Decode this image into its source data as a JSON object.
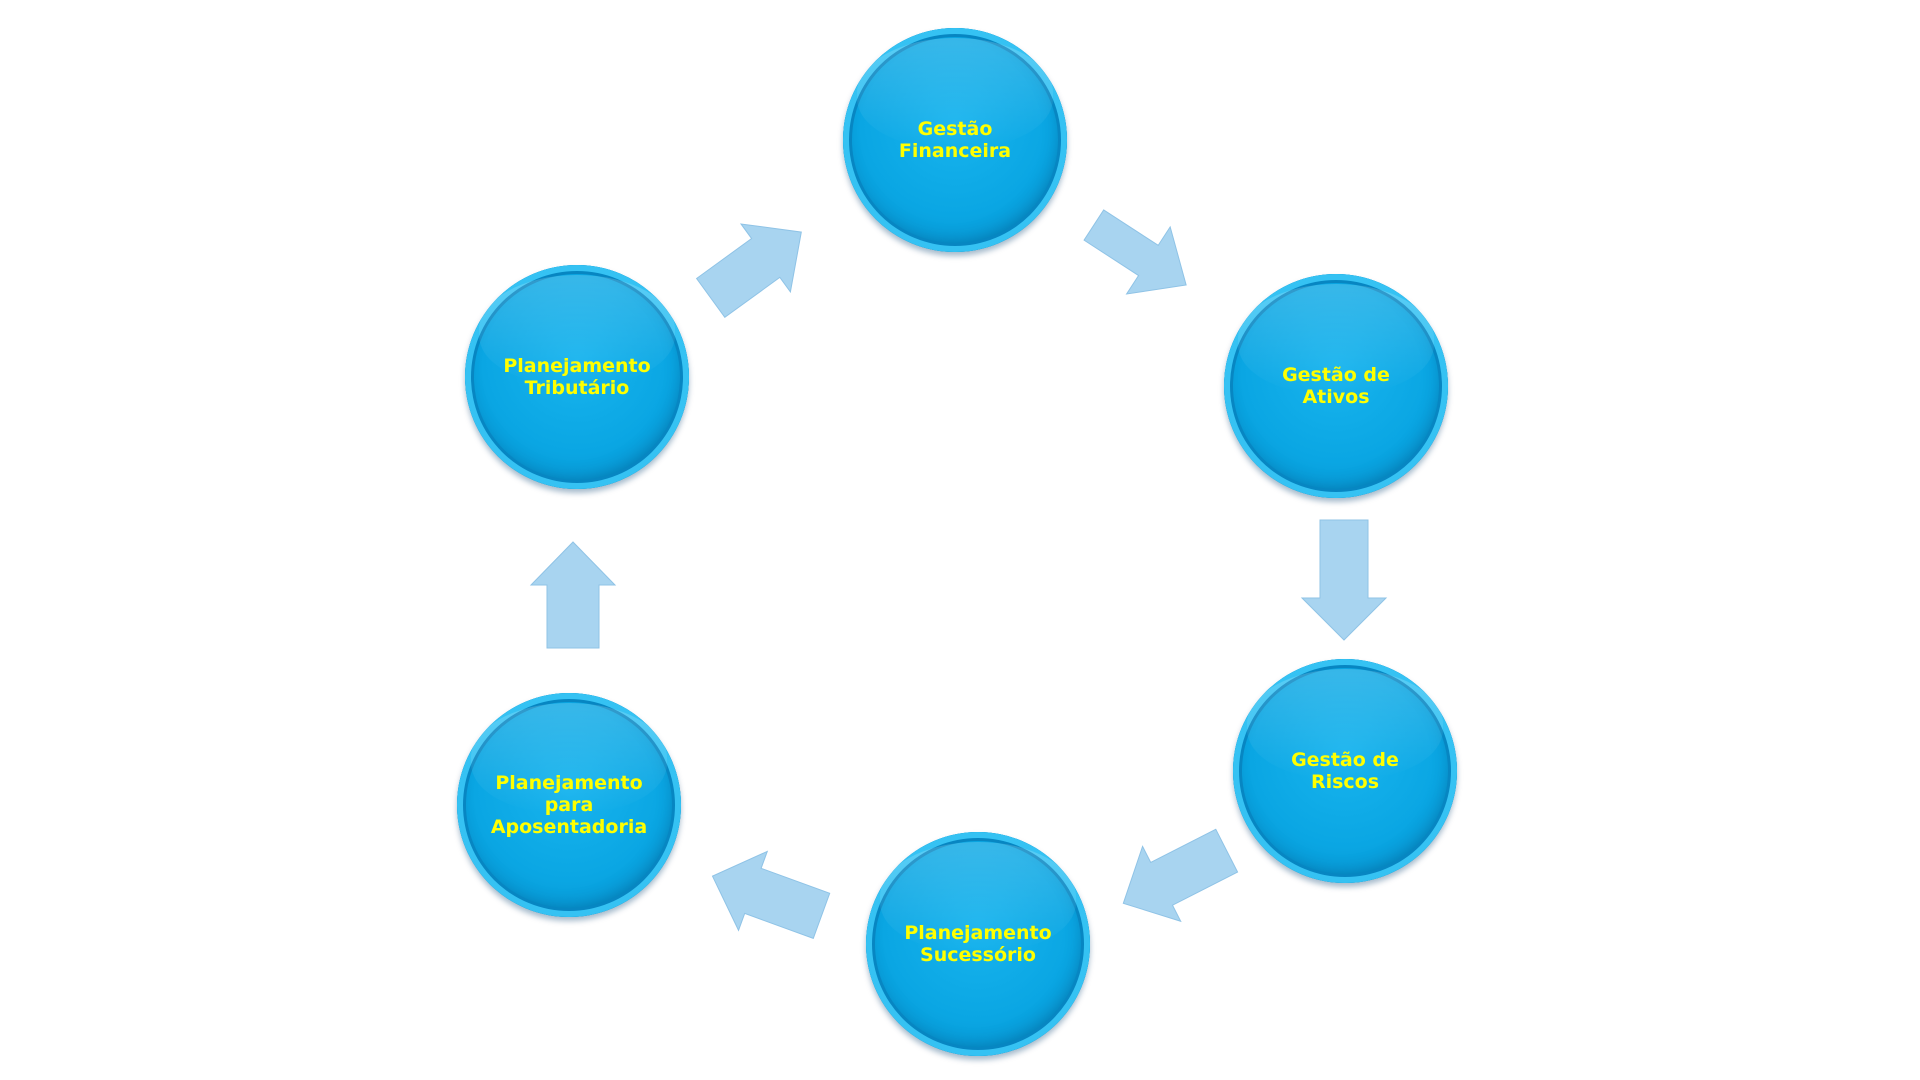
{
  "diagram": {
    "colors": {
      "node_fill": "#0aa6e3",
      "node_text": "#ffff00",
      "arrow_fill": "#a8d4f0"
    },
    "nodes": [
      {
        "label": "Gestão\nFinanceira"
      },
      {
        "label": "Gestão de\nAtivos"
      },
      {
        "label": "Gestão de\nRiscos"
      },
      {
        "label": "Planejamento\nSucessório"
      },
      {
        "label": "Planejamento\npara\nAposentadoria"
      },
      {
        "label": "Planejamento\nTributário"
      }
    ],
    "edges": [
      {
        "from": "Gestão Financeira",
        "to": "Gestão de Ativos"
      },
      {
        "from": "Gestão de Ativos",
        "to": "Gestão de Riscos"
      },
      {
        "from": "Gestão de Riscos",
        "to": "Planejamento Sucessório"
      },
      {
        "from": "Planejamento Sucessório",
        "to": "Planejamento para Aposentadoria"
      },
      {
        "from": "Planejamento para Aposentadoria",
        "to": "Planejamento Tributário"
      },
      {
        "from": "Planejamento Tributário",
        "to": "Gestão Financeira"
      }
    ]
  }
}
